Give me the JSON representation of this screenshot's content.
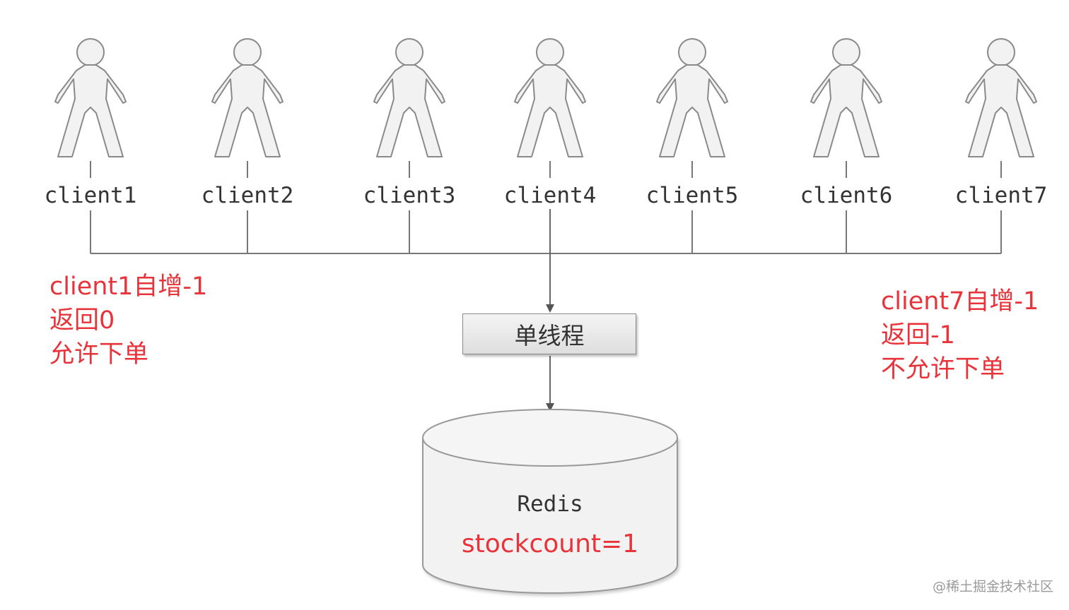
{
  "clients": [
    {
      "label": "client1"
    },
    {
      "label": "client2"
    },
    {
      "label": "client3"
    },
    {
      "label": "client4"
    },
    {
      "label": "client5"
    },
    {
      "label": "client6"
    },
    {
      "label": "client7"
    }
  ],
  "left_note": {
    "lines": [
      "client1自增-1",
      "返回0",
      "允许下单"
    ]
  },
  "right_note": {
    "lines": [
      "client7自增-1",
      "返回-1",
      "不允许下单"
    ]
  },
  "thread_box": {
    "label": "单线程"
  },
  "database": {
    "name": "Redis",
    "value": "stockcount=1"
  },
  "watermark": "@稀土掘金技术社区",
  "colors": {
    "note": "#e8333a",
    "line": "#777777",
    "figure_fill": "#f2f2f2",
    "figure_stroke": "#8a8a8a"
  }
}
